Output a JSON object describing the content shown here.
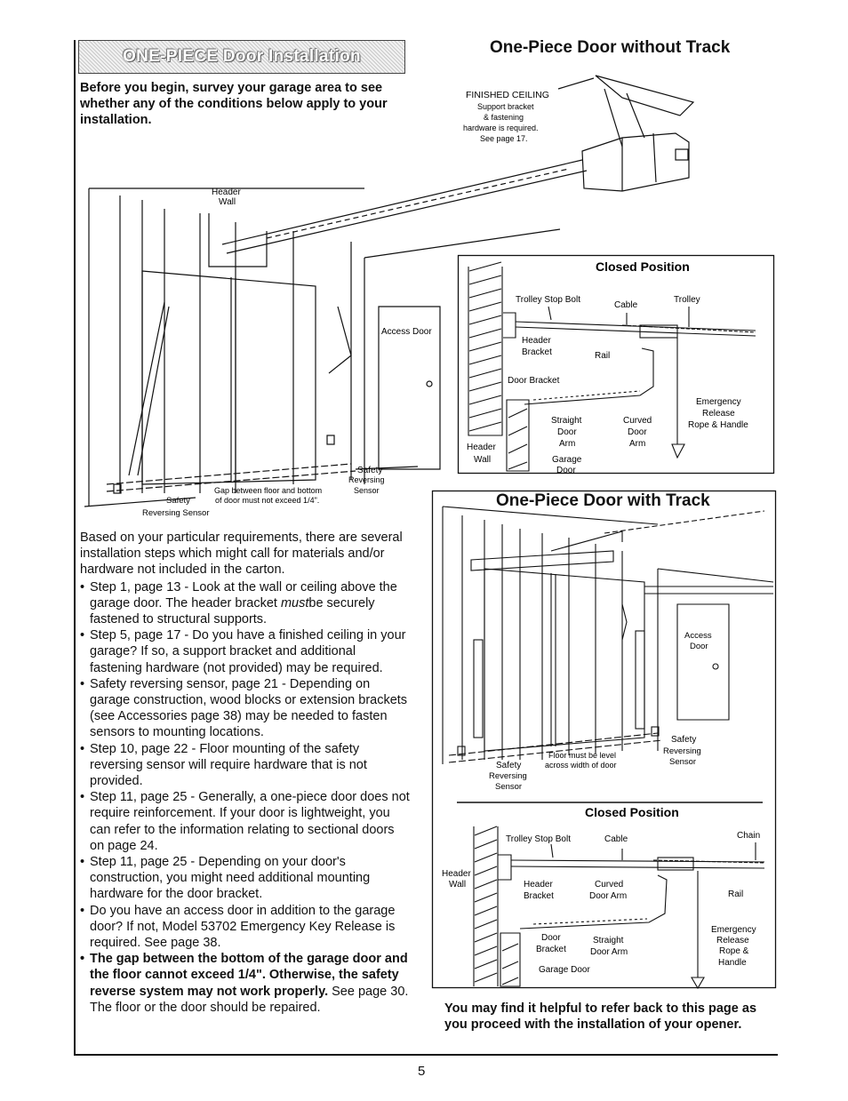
{
  "banner": {
    "title": "ONE-PIECE Door Installation"
  },
  "intro": "Before you begin, survey your garage area to see whether any of the conditions below apply to your installation.",
  "figure_top": {
    "title": "One-Piece Door without Track",
    "finished_ceiling": "FINISHED CEILING",
    "support_note": [
      "Support bracket",
      "& fastening",
      "hardware is required.",
      "See page 17."
    ],
    "header_wall": [
      "Header",
      "Wall"
    ],
    "access_door": "Access Door",
    "safety_sensor_right": [
      "Safety",
      "Reversing",
      "Sensor"
    ],
    "safety_sensor_left": [
      "Safety",
      "Reversing Sensor"
    ],
    "gap_note": [
      "Gap between floor and bottom",
      "of door must not exceed 1/4\"."
    ]
  },
  "closed_top": {
    "title": "Closed Position",
    "trolley_stop_bolt": "Trolley Stop Bolt",
    "cable": "Cable",
    "trolley": "Trolley",
    "header_bracket": [
      "Header",
      "Bracket"
    ],
    "rail": "Rail",
    "door_bracket": "Door Bracket",
    "straight_arm": [
      "Straight",
      "Door",
      "Arm"
    ],
    "curved_arm": [
      "Curved",
      "Door",
      "Arm"
    ],
    "emergency": [
      "Emergency",
      "Release",
      "Rope & Handle"
    ],
    "header_wall": [
      "Header",
      "Wall"
    ],
    "garage_door": [
      "Garage",
      "Door"
    ]
  },
  "figure_bottom": {
    "title": "One-Piece Door with Track",
    "access_door": [
      "Access",
      "Door"
    ],
    "floor_level": [
      "Floor must be level",
      "across width of door"
    ],
    "safety_sensor_right": [
      "Safety",
      "Reversing",
      "Sensor"
    ],
    "safety_sensor_left": [
      "Safety",
      "Reversing",
      "Sensor"
    ]
  },
  "closed_bottom": {
    "title": "Closed Position",
    "trolley_stop_bolt": "Trolley Stop Bolt",
    "cable": "Cable",
    "chain": "Chain",
    "header_wall": [
      "Header",
      "Wall"
    ],
    "header_bracket": [
      "Header",
      "Bracket"
    ],
    "curved_arm": [
      "Curved",
      "Door Arm"
    ],
    "rail": "Rail",
    "door_bracket": [
      "Door",
      "Bracket"
    ],
    "straight_arm": [
      "Straight",
      "Door Arm"
    ],
    "garage_door": "Garage Door",
    "emergency": [
      "Emergency",
      "Release",
      "Rope &",
      "Handle"
    ]
  },
  "body": {
    "lead": "Based on your particular requirements, there are several installation steps which might call for materials and/or hardware not included in the carton.",
    "bullets": [
      {
        "pre": "Step 1, page 13 - Look at the wall or ceiling above the garage door. The header bracket ",
        "em": "must",
        "post": "be securely fastened to structural supports."
      },
      {
        "pre": "Step 5, page 17 - Do you have a finished ceiling in your garage? If so, a support bracket and additional fastening hardware (not provided) may be required."
      },
      {
        "pre": "Safety reversing sensor, page 21 - Depending on garage construction, wood blocks or extension brackets (see Accessories page 38) may be needed to fasten sensors to mounting locations."
      },
      {
        "pre": "Step 10, page 22 - Floor mounting of the safety reversing sensor will require hardware that is not provided."
      },
      {
        "pre": "Step 11, page 25 - Generally, a one-piece door does not require reinforcement. If your door is lightweight, you can refer to the information relating to sectional doors on page 24."
      },
      {
        "pre": "Step 11, page 25 - Depending on your door's construction, you might need additional mounting hardware for the door bracket."
      },
      {
        "pre": "Do you have an access door in addition to the garage door? If not, Model 53702 Emergency Key Release is required. See page 38."
      }
    ],
    "bold_bullet": {
      "bold": "The gap between the bottom of the garage door and the floor cannot exceed 1/4\". Otherwise, the safety reverse system may not work properly.",
      "tail": " See page 30. The floor or the door should be repaired."
    }
  },
  "closing": "You may find it helpful to refer back to this page as you proceed with the installation of your opener.",
  "page_number": "5"
}
